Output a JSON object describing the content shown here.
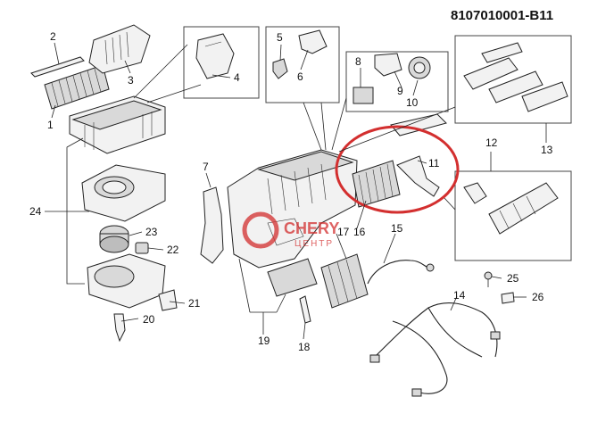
{
  "diagram_code": "8107010001-B11",
  "watermark": {
    "text_main": "CHERY",
    "text_sub": "ЦЕНТР",
    "accent": "#d32f2f"
  },
  "highlight_color": "#d32f2f",
  "callouts": {
    "c1": "1",
    "c2": "2",
    "c3": "3",
    "c4": "4",
    "c5": "5",
    "c6": "6",
    "c7": "7",
    "c8": "8",
    "c9": "9",
    "c10": "10",
    "c11": "11",
    "c12": "12",
    "c13": "13",
    "c14": "14",
    "c15": "15",
    "c16": "16",
    "c17": "17",
    "c18": "18",
    "c19": "19",
    "c20": "20",
    "c21": "21",
    "c22": "22",
    "c23": "23",
    "c24": "24",
    "c25": "25",
    "c26": "26"
  }
}
